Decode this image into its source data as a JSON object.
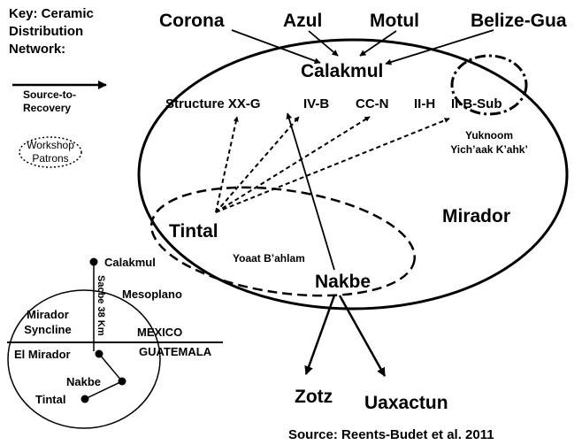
{
  "key": {
    "title_lines": [
      "Key: Ceramic",
      "Distribution",
      "Network:"
    ],
    "arrow_label_lines": [
      "Source-to-",
      "Recovery"
    ],
    "patrons_label_lines": [
      "Workshop",
      "Patrons"
    ]
  },
  "sources_top": {
    "corona": "Corona",
    "azul": "Azul",
    "motul": "Motul",
    "belize_gua": "Belize-Gua"
  },
  "calakmul": {
    "name": "Calakmul",
    "structures": {
      "xx_g": "Structure XX-G",
      "iv_b": "IV-B",
      "cc_n": "CC-N",
      "ii_h": "II-H",
      "ii_b_sub": "II-B-Sub"
    },
    "patron_lines": [
      "Yuknoom",
      "Yich’aak K’ahk’"
    ]
  },
  "mirador": {
    "label": "Mirador"
  },
  "tintal": {
    "label": "Tintal",
    "patron": "Yoaat B’ahlam"
  },
  "nakbe": {
    "label": "Nakbe"
  },
  "destinations": {
    "zotz": "Zotz",
    "uaxactun": "Uaxactun"
  },
  "inset_map": {
    "calakmul": "Calakmul",
    "mesoplano": "Mesoplano",
    "sacbe": "Sacbe 38 Km",
    "basin_lines": [
      "Mirador",
      "Syncline"
    ],
    "mexico": "MEXICO",
    "guatemala": "GUATEMALA",
    "el_mirador": "El Mirador",
    "nakbe": "Nakbe",
    "tintal": "Tintal"
  },
  "source_credit": "Source: Reents-Budet et al. 2011"
}
